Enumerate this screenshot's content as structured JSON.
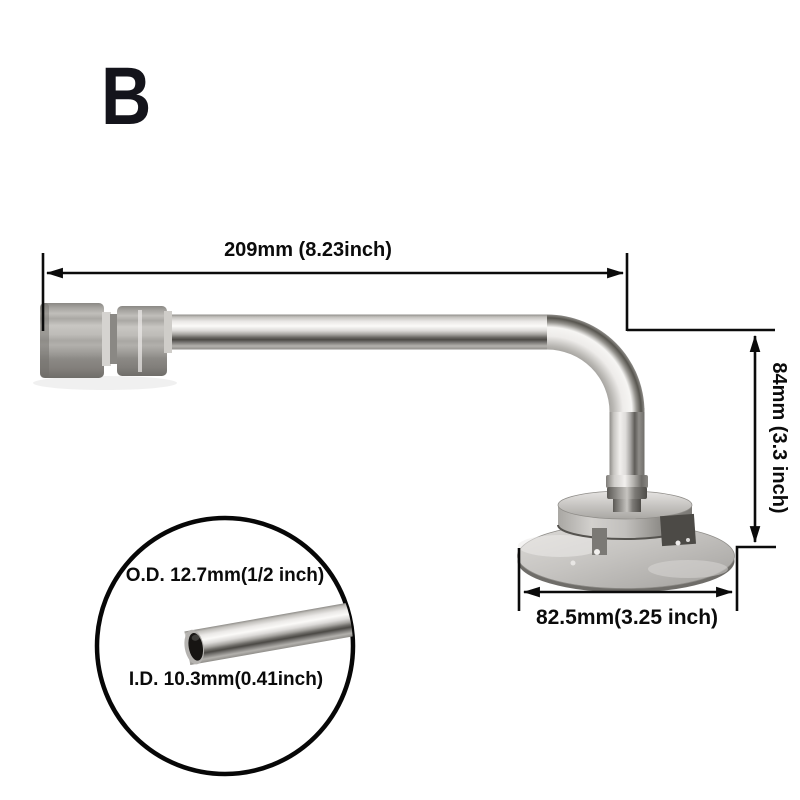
{
  "image": {
    "background_color": "#ffffff",
    "annotation_color": "#0b0b0b"
  },
  "variant_label": "B",
  "dimension_annotations": {
    "length_label": "209mm (8.23inch)",
    "height_label": "84mm (3.3 inch)",
    "base_diameter_label": "82.5mm(3.25 inch)"
  },
  "cross_section_inset": {
    "outer_diameter_label": "O.D. 12.7mm(1/2 inch)",
    "inner_diameter_label": "I.D. 10.3mm(0.41inch)"
  },
  "product": {
    "metal_highlight": "#f4f2f0",
    "metal_mid": "#b0aeaa",
    "metal_shadow": "#4b4945"
  }
}
